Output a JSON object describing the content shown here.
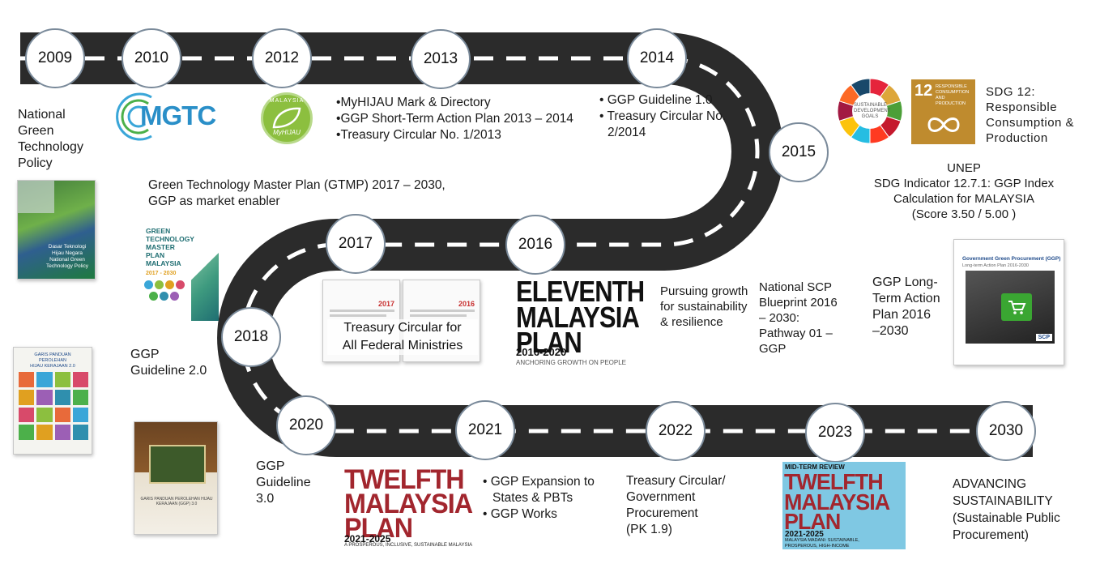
{
  "years": {
    "y2009": "2009",
    "y2010": "2010",
    "y2012": "2012",
    "y2013": "2013",
    "y2014": "2014",
    "y2015": "2015",
    "y2016": "2016",
    "y2017": "2017",
    "y2018": "2018",
    "y2020": "2020",
    "y2021": "2021",
    "y2022": "2022",
    "y2023": "2023",
    "y2030": "2030"
  },
  "policy_2009": {
    "lines": [
      "National",
      "Green",
      "Technology",
      "Policy"
    ],
    "cover_lines": [
      "Dasar Teknologi",
      "Hijau Negara",
      "National Green Technology Policy"
    ]
  },
  "mgtc_logo": "MGTC",
  "myhijau_logo": {
    "top": "MALAYSIA",
    "script": "MyHIJAU"
  },
  "items_2013": [
    "MyHIJAU Mark & Directory",
    "GGP Short-Term Action Plan 2013 – 2014",
    "Treasury Circular No. 1/2013"
  ],
  "items_2014": [
    "GGP Guideline 1.0",
    "Treasury Circular No.",
    "2/2014"
  ],
  "sdg": {
    "wheel_label": "SUSTAINABLE DEVELOPMENT GOALS",
    "tile_num": "12",
    "tile_text": "RESPONSIBLE CONSUMPTION AND PRODUCTION",
    "title": [
      "SDG 12:",
      "Responsible",
      "Consumption &",
      "Production"
    ]
  },
  "unep": [
    "UNEP",
    "SDG Indicator 12.7.1: GGP Index",
    "Calculation for MALAYSIA",
    "(Score 3.50 / 5.00 )"
  ],
  "gtmp": {
    "lines": [
      "Green Technology Master Plan (GTMP) 2017 – 2030,",
      "GGP as market enabler"
    ],
    "cover": [
      "GREEN",
      "TECHNOLOGY",
      "MASTER",
      "PLAN",
      "MALAYSIA"
    ],
    "cover_years": "2017 - 2030"
  },
  "treasury_2017": {
    "caption": [
      "Treasury Circular for",
      "All Federal Ministries"
    ],
    "stamp_a": "2017",
    "stamp_b": "2016"
  },
  "eleventh": {
    "title": [
      "ELEVENTH",
      "MALAYSIA",
      "PLAN"
    ],
    "years": "2016-2020",
    "tag": "ANCHORING GROWTH ON PEOPLE"
  },
  "pursuing": [
    "Pursuing growth",
    "for sustainability",
    "& resilience"
  ],
  "scp": [
    "National SCP",
    "Blueprint 2016",
    "– 2030:",
    "Pathway 01 –",
    "GGP"
  ],
  "ggp_long": [
    "GGP Long-",
    "Term Action",
    "Plan 2016",
    "–2030"
  ],
  "ggp_long_cover": {
    "title": "Government Green Procurement (GGP)",
    "sub": "Long-term Action Plan 2016-2030",
    "badge": "SCP"
  },
  "guide_cover": [
    "GARIS PANDUAN",
    "PEROLEHAN",
    "HIJAU KERAJAAN 2.0"
  ],
  "guide_2018": [
    "GGP",
    "Guideline 2.0"
  ],
  "guide3_cover": "GARIS PANDUAN PEROLEHAN HIJAU KERAJAAN (GGP) 3.0",
  "guide_2020": [
    "GGP",
    "Guideline",
    "3.0"
  ],
  "twelfth": {
    "title": [
      "TWELFTH",
      "MALAYSIA",
      "PLAN"
    ],
    "years": "2021-2025",
    "tag": "A PROSPEROUS, INCLUSIVE, SUSTAINABLE MALAYSIA"
  },
  "items_2021": [
    "GGP Expansion to",
    "States & PBTs",
    "GGP Works"
  ],
  "treasury_2022": [
    "Treasury Circular/",
    "Government",
    "Procurement",
    "(PK 1.9)"
  ],
  "mtr": {
    "banner": "MID-TERM REVIEW",
    "title": [
      "TWELFTH",
      "MALAYSIA",
      "PLAN"
    ],
    "years": "2021-2025",
    "tag": [
      "MALAYSIA MADANI: SUSTAINABLE,",
      "PROSPEROUS, HIGH-INCOME"
    ]
  },
  "advancing": [
    "ADVANCING",
    "SUSTAINABILITY",
    "(Sustainable Public",
    "Procurement)"
  ],
  "colors": {
    "road": "#2b2b2b",
    "accent_red": "#a2262e",
    "sdg12": "#bf8b2e",
    "mgtc_blue": "#2a8fc8",
    "hijau_green": "#8cbf3f"
  }
}
